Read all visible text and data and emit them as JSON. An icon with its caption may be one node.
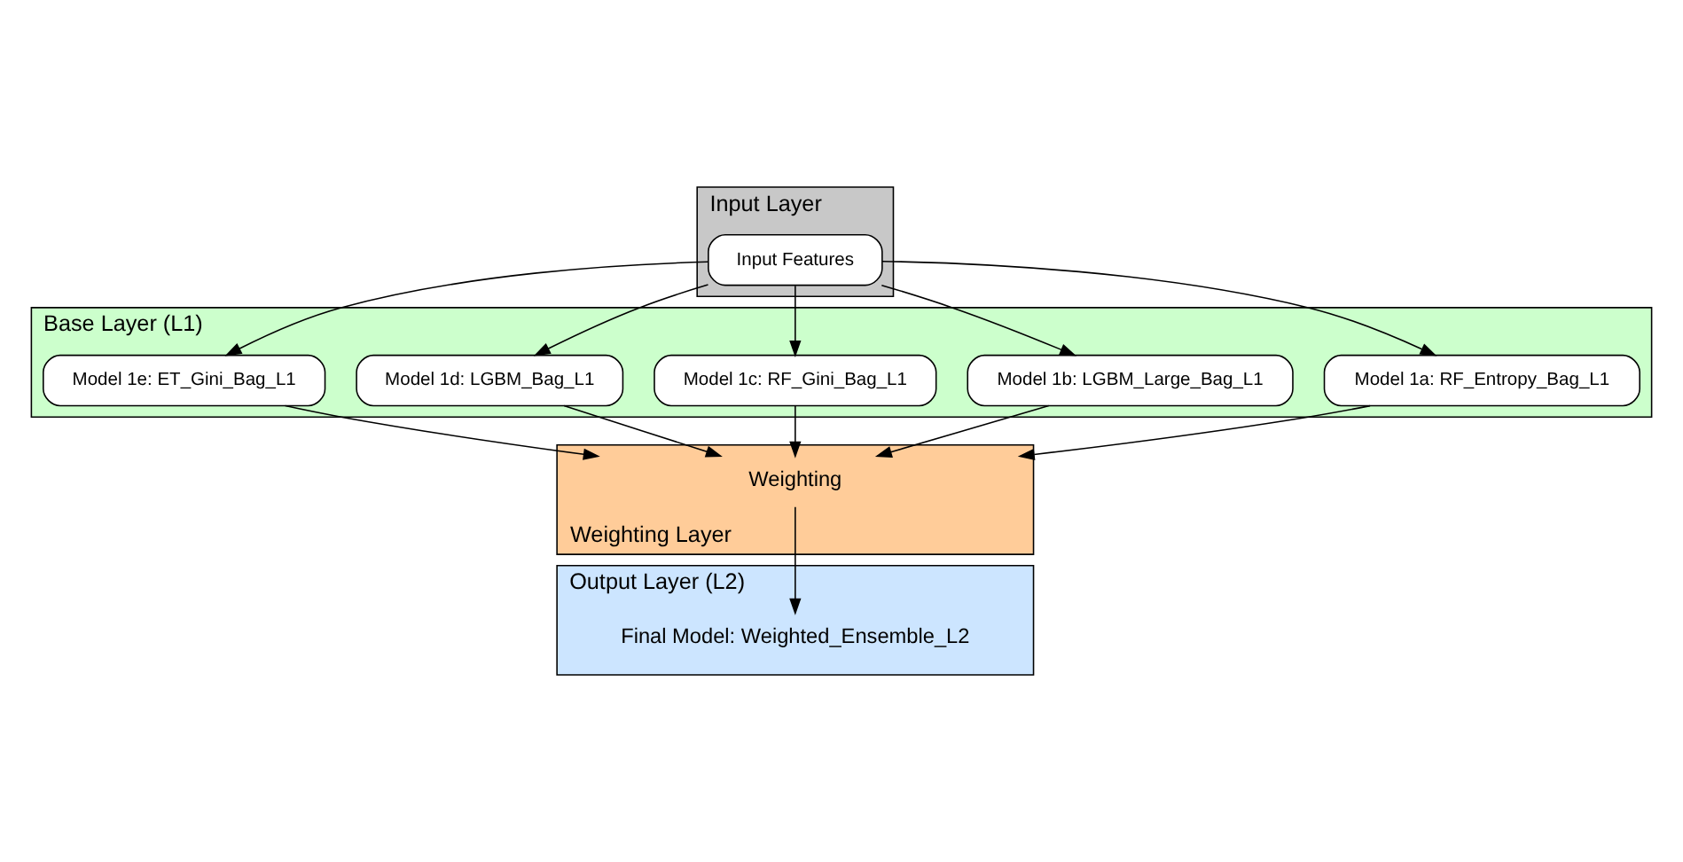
{
  "diagram": {
    "nodes": [
      {
        "text": [
          "Input Layer"
        ]
      },
      {
        "text": [
          "Input Features"
        ],
        "in": 0
      },
      {
        "text": [
          "Base Layer (L1)"
        ]
      },
      {
        "text": [
          "Model 1a: RF_Entropy_Bag_L1"
        ],
        "in": 2
      },
      {
        "text": [
          "Model 1b: LGBM_Large_Bag_L1"
        ],
        "in": 2
      },
      {
        "text": [
          "Model 1c: RF_Gini_Bag_L1"
        ],
        "in": 2
      },
      {
        "text": [
          "Model 1d: LGBM_Bag_L1"
        ],
        "in": 2
      },
      {
        "text": [
          "Model 1e: ET_Gini_Bag_L1"
        ],
        "in": 2
      },
      {
        "text": [
          "Weighting Layer"
        ]
      },
      {
        "text": [
          "Weighting"
        ],
        "in": 8
      },
      {
        "text": [
          "Output Layer (L2)"
        ]
      },
      {
        "text": [
          "Final Model: Weighted_Ensemble_L2"
        ],
        "in": 10
      }
    ],
    "edges": [
      {
        "from": 1,
        "to": 3,
        "arrow": "to"
      },
      {
        "from": 1,
        "to": 6,
        "arrow": "to"
      },
      {
        "from": 1,
        "to": 4,
        "arrow": "to"
      },
      {
        "from": 1,
        "to": 7,
        "arrow": "to"
      },
      {
        "from": 1,
        "to": 5,
        "arrow": "to"
      },
      {
        "from": 3,
        "to": 9,
        "arrow": "to"
      },
      {
        "from": 6,
        "to": 9,
        "arrow": "to"
      },
      {
        "from": 4,
        "to": 9,
        "arrow": "to"
      },
      {
        "from": 7,
        "to": 9,
        "arrow": "to"
      },
      {
        "from": 5,
        "to": 9,
        "arrow": "to"
      },
      {
        "from": 9,
        "to": 11,
        "arrow": "to"
      }
    ]
  }
}
